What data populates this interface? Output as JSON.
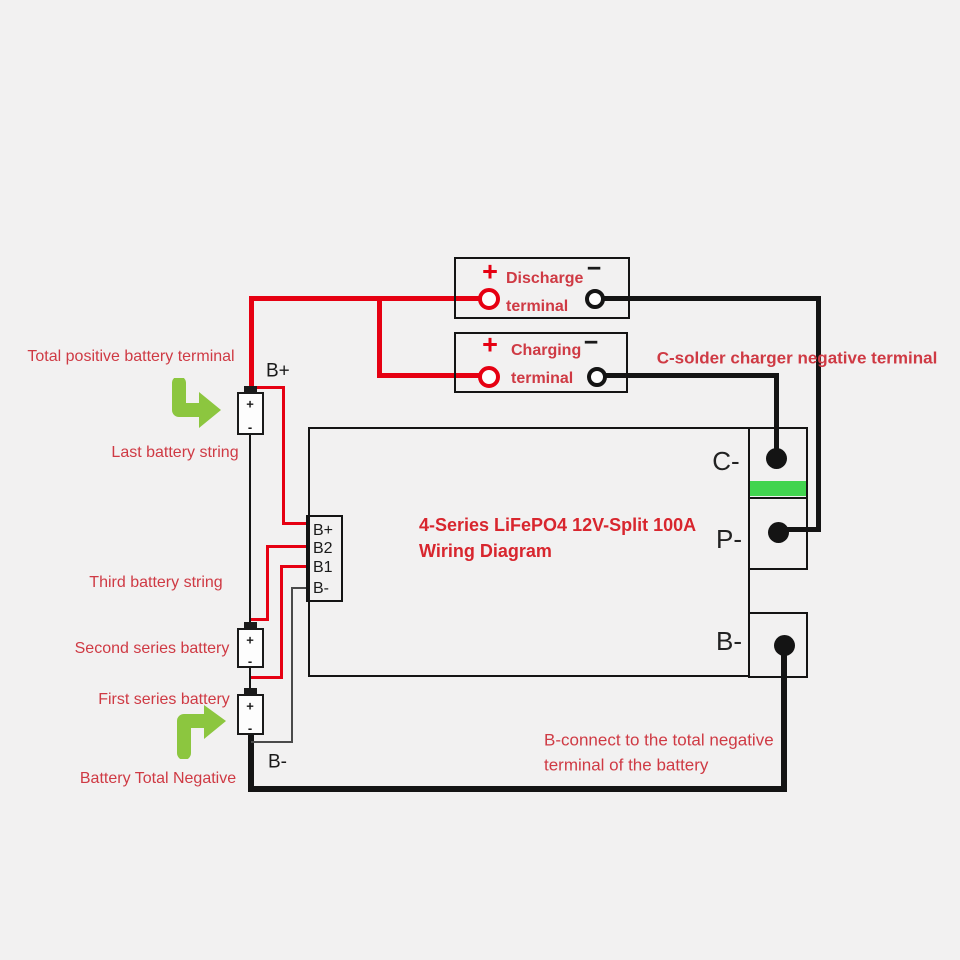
{
  "colors": {
    "bg": "#f2f1f1",
    "ink": "#1a1a1a",
    "wire_red": "#e60012",
    "wire_black": "#141414",
    "sense_gray": "#4a4a4a",
    "label_red": "#cf3a44",
    "title_red": "#d8262e",
    "arrow_green": "#8cc63f",
    "pad_green": "#41d44f"
  },
  "title": {
    "line1": "4-Series LiFePO4 12V-Split 100A",
    "line2": "Wiring Diagram"
  },
  "discharge_terminal": {
    "plus": "+",
    "minus": "−",
    "line1": "Discharge",
    "line2": "terminal"
  },
  "charging_terminal": {
    "plus": "+",
    "minus": "−",
    "line1": "Charging",
    "line2": "terminal"
  },
  "bms": {
    "pins": [
      "B+",
      "B2",
      "B1",
      "B-"
    ],
    "pads": {
      "c": "C-",
      "p": "P-",
      "b": "B-"
    }
  },
  "battery_bank": {
    "top_terminal_label": "B+",
    "bottom_terminal_label": "B-",
    "cell_plus": "+",
    "cell_minus": "-"
  },
  "annotations": {
    "total_positive": "Total positive battery terminal",
    "last_string": "Last battery string",
    "third_string": "Third battery string",
    "second_series": "Second series battery",
    "first_series": "First series battery",
    "total_negative": "Battery Total Negative",
    "c_solder": "C-solder charger negative terminal",
    "b_connect_line1": "B-connect to the total negative",
    "b_connect_line2": "terminal of the battery"
  }
}
